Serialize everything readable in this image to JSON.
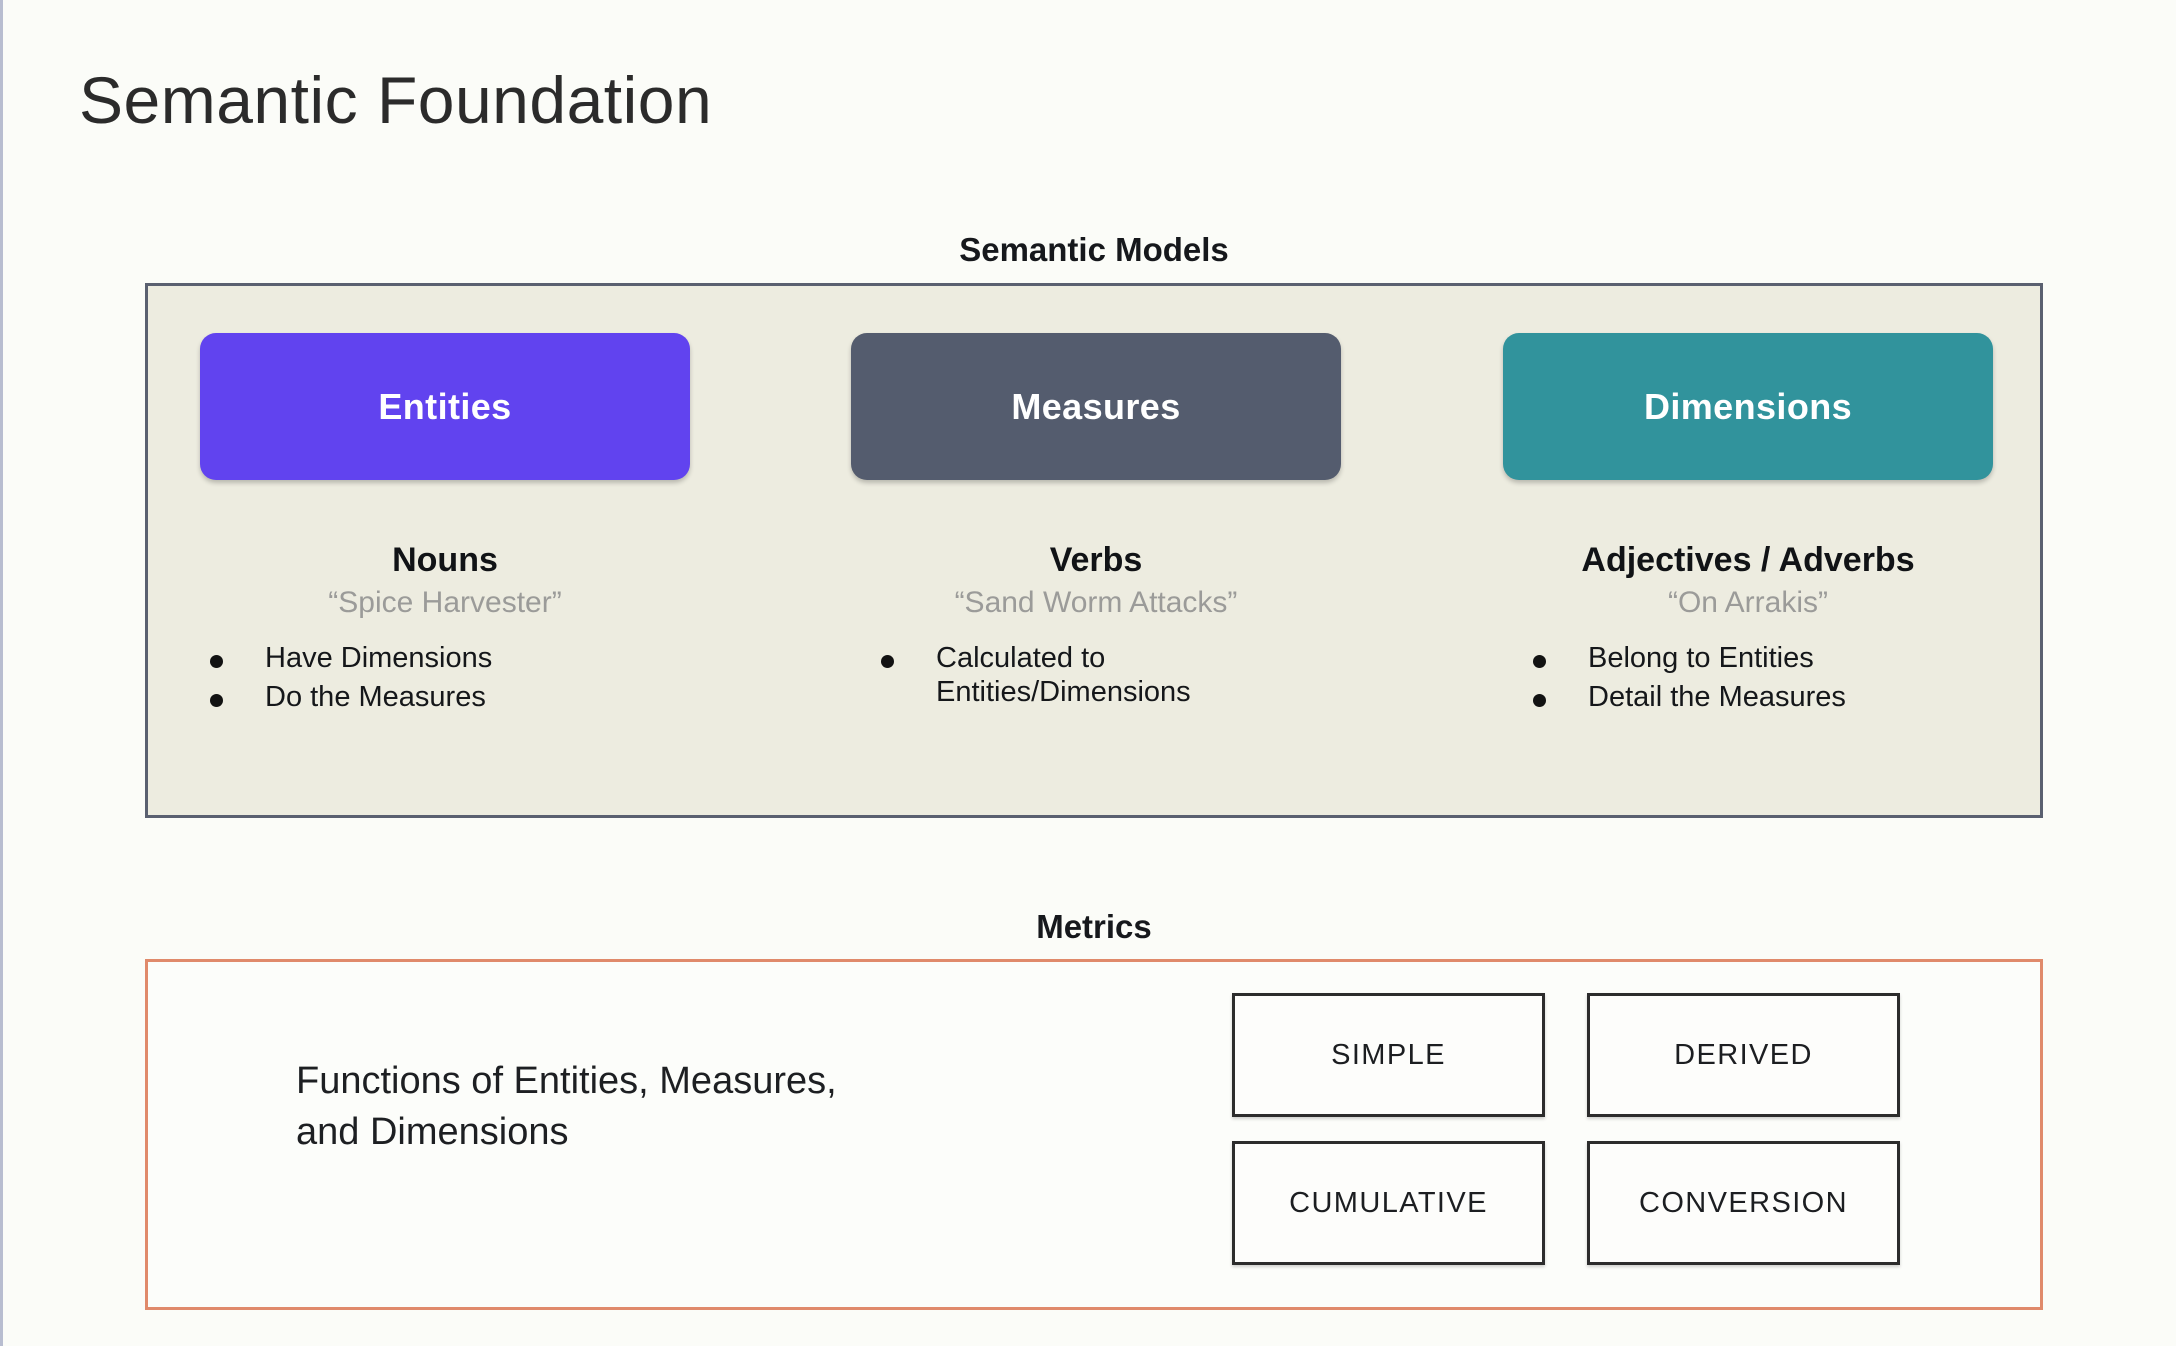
{
  "page": {
    "title": "Semantic Foundation",
    "background_color": "#fbfcf8"
  },
  "semantic_models": {
    "caption": "Semantic Models",
    "panel_background": "#edece0",
    "panel_border_color": "#5a6070",
    "columns": [
      {
        "card_label": "Entities",
        "card_color": "#6143ef",
        "part_of_speech": "Nouns",
        "example": "“Spice Harvester”",
        "bullets": [
          "Have Dimensions",
          "Do the Measures"
        ]
      },
      {
        "card_label": "Measures",
        "card_color": "#545c6e",
        "part_of_speech": "Verbs",
        "example": "“Sand Worm Attacks”",
        "bullets": [
          "Calculated to\nEntities/Dimensions"
        ]
      },
      {
        "card_label": "Dimensions",
        "card_color": "#31939c",
        "part_of_speech": "Adjectives / Adverbs",
        "example": "“On Arrakis”",
        "bullets": [
          "Belong to Entities",
          "Detail the Measures"
        ]
      }
    ]
  },
  "metrics": {
    "caption": "Metrics",
    "panel_border_color": "#e08a6b",
    "description": "Functions of Entities, Measures,\nand Dimensions",
    "types": [
      "SIMPLE",
      "DERIVED",
      "CUMULATIVE",
      "CONVERSION"
    ]
  }
}
